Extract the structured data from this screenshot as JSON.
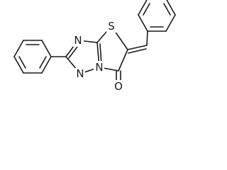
{
  "molecule": {
    "atom_labels": {
      "sulfur": "S",
      "n_top": "N",
      "n_bottom": "N",
      "n_bridge": "N",
      "oxygen": "O"
    }
  }
}
